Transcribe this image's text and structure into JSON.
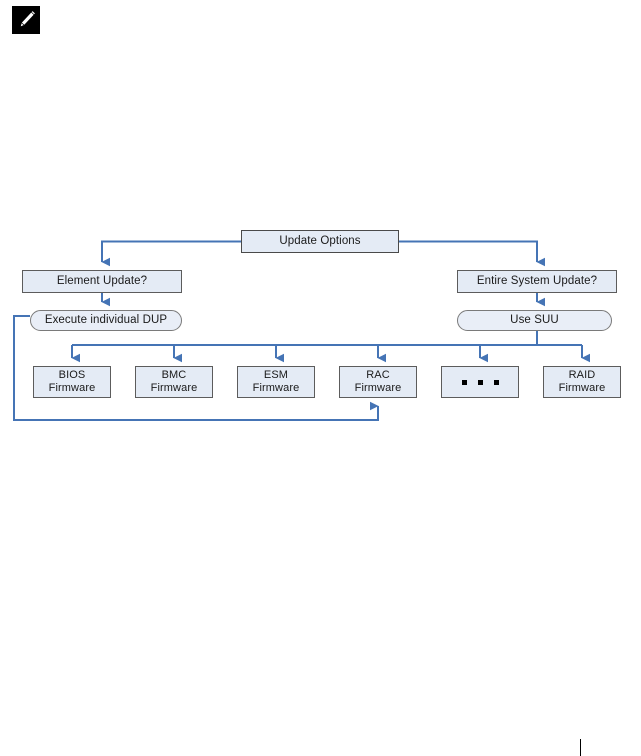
{
  "document": {
    "note_icon": "pencil-note-icon"
  },
  "diagram": {
    "title": "Update Options",
    "type": "flowchart",
    "colors": {
      "node_fill": "#e4ebf5",
      "node_border": "#5c5c5c",
      "connector": "#4574b5",
      "text": "#1a1a1a",
      "background": "#ffffff"
    },
    "nodes": {
      "update_options": {
        "label": "Update Options",
        "shape": "rectangle"
      },
      "element_update": {
        "label": "Element Update?",
        "shape": "rectangle"
      },
      "entire_system_update": {
        "label": "Entire System Update?",
        "shape": "rectangle"
      },
      "execute_dup": {
        "label": "Execute individual DUP",
        "shape": "stadium"
      },
      "use_suu": {
        "label": "Use SUU",
        "shape": "stadium"
      }
    },
    "firmware_nodes": [
      {
        "line1": "BIOS",
        "line2": "Firmware",
        "shape": "rectangle"
      },
      {
        "line1": "BMC",
        "line2": "Firmware",
        "shape": "rectangle"
      },
      {
        "line1": "ESM",
        "line2": "Firmware",
        "shape": "rectangle"
      },
      {
        "line1": "RAC",
        "line2": "Firmware",
        "shape": "rectangle"
      },
      {
        "line1": "",
        "line2": "",
        "shape": "rectangle",
        "content": "ellipsis-dots"
      },
      {
        "line1": "RAID",
        "line2": "Firmware",
        "shape": "rectangle"
      }
    ],
    "edges": [
      {
        "from": "update_options",
        "to": "element_update",
        "style": "orthogonal-arrow"
      },
      {
        "from": "update_options",
        "to": "entire_system_update",
        "style": "orthogonal-arrow"
      },
      {
        "from": "element_update",
        "to": "execute_dup",
        "style": "straight-arrow"
      },
      {
        "from": "entire_system_update",
        "to": "use_suu",
        "style": "straight-arrow"
      },
      {
        "from": "use_suu",
        "to": "bios_firmware",
        "style": "bus-arrow"
      },
      {
        "from": "use_suu",
        "to": "bmc_firmware",
        "style": "bus-arrow"
      },
      {
        "from": "use_suu",
        "to": "esm_firmware",
        "style": "bus-arrow"
      },
      {
        "from": "use_suu",
        "to": "rac_firmware",
        "style": "bus-arrow"
      },
      {
        "from": "use_suu",
        "to": "ellipsis_firmware",
        "style": "bus-arrow"
      },
      {
        "from": "use_suu",
        "to": "raid_firmware",
        "style": "bus-arrow"
      },
      {
        "from": "execute_dup",
        "to": "rac_firmware",
        "style": "loopback-arrow"
      }
    ]
  }
}
